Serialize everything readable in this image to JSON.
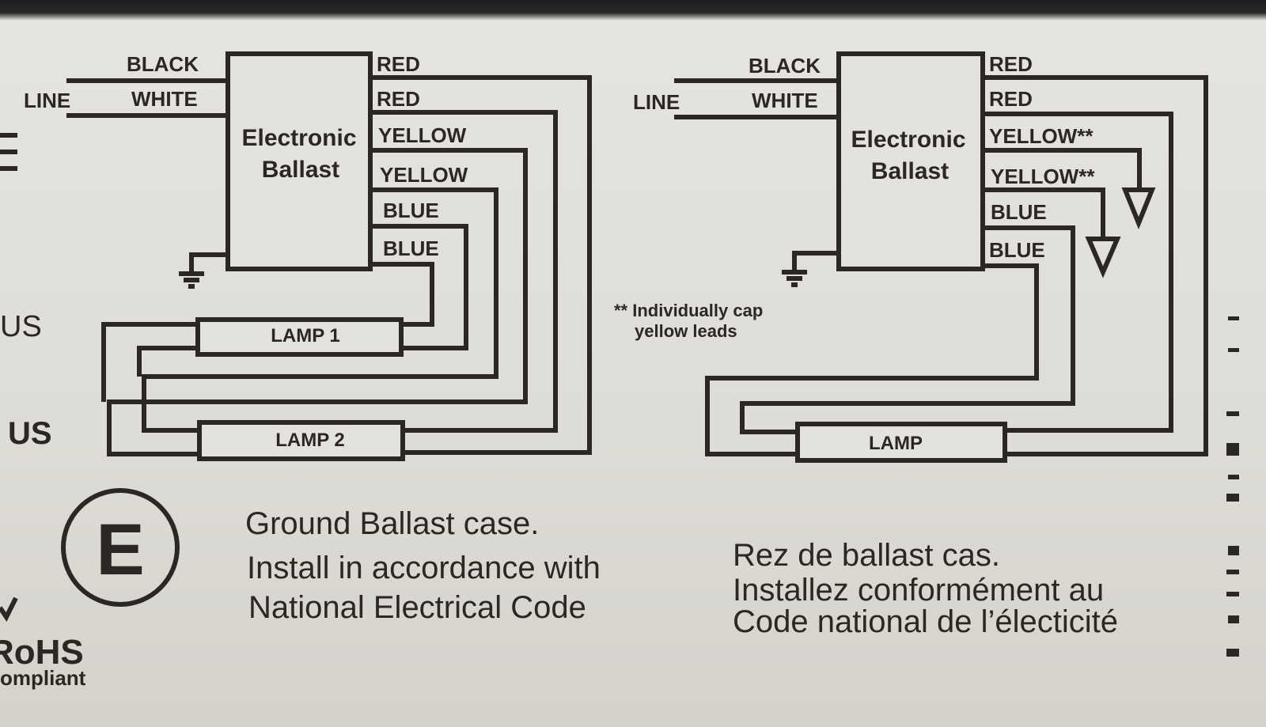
{
  "left_diagram": {
    "line_label": "LINE",
    "input_wires": [
      "BLACK",
      "WHITE"
    ],
    "ballast_lines": [
      "Electronic",
      "Ballast"
    ],
    "output_wires": [
      "RED",
      "RED",
      "YELLOW",
      "YELLOW",
      "BLUE",
      "BLUE"
    ],
    "lamps": [
      "LAMP 1",
      "LAMP 2"
    ]
  },
  "right_diagram": {
    "line_label": "LINE",
    "input_wires": [
      "BLACK",
      "WHITE"
    ],
    "ballast_lines": [
      "Electronic",
      "Ballast"
    ],
    "output_wires": [
      "RED",
      "RED",
      "YELLOW**",
      "YELLOW**",
      "BLUE",
      "BLUE"
    ],
    "lamps": [
      "LAMP"
    ]
  },
  "footnote": [
    "** Individually cap",
    "yellow leads"
  ],
  "english_notes": [
    "Ground Ballast case.",
    "Install in accordance with",
    "National Electrical Code"
  ],
  "french_notes": [
    "Rez de ballast cas.",
    "Installez conformément au",
    "Code national de l’électicité"
  ],
  "left_edge_fragments": [
    "US",
    "US",
    "RoHS",
    "ompliant"
  ],
  "cert_mark": "E",
  "colors": {
    "ink": "#2b2723",
    "paper": "#e2e0da"
  }
}
